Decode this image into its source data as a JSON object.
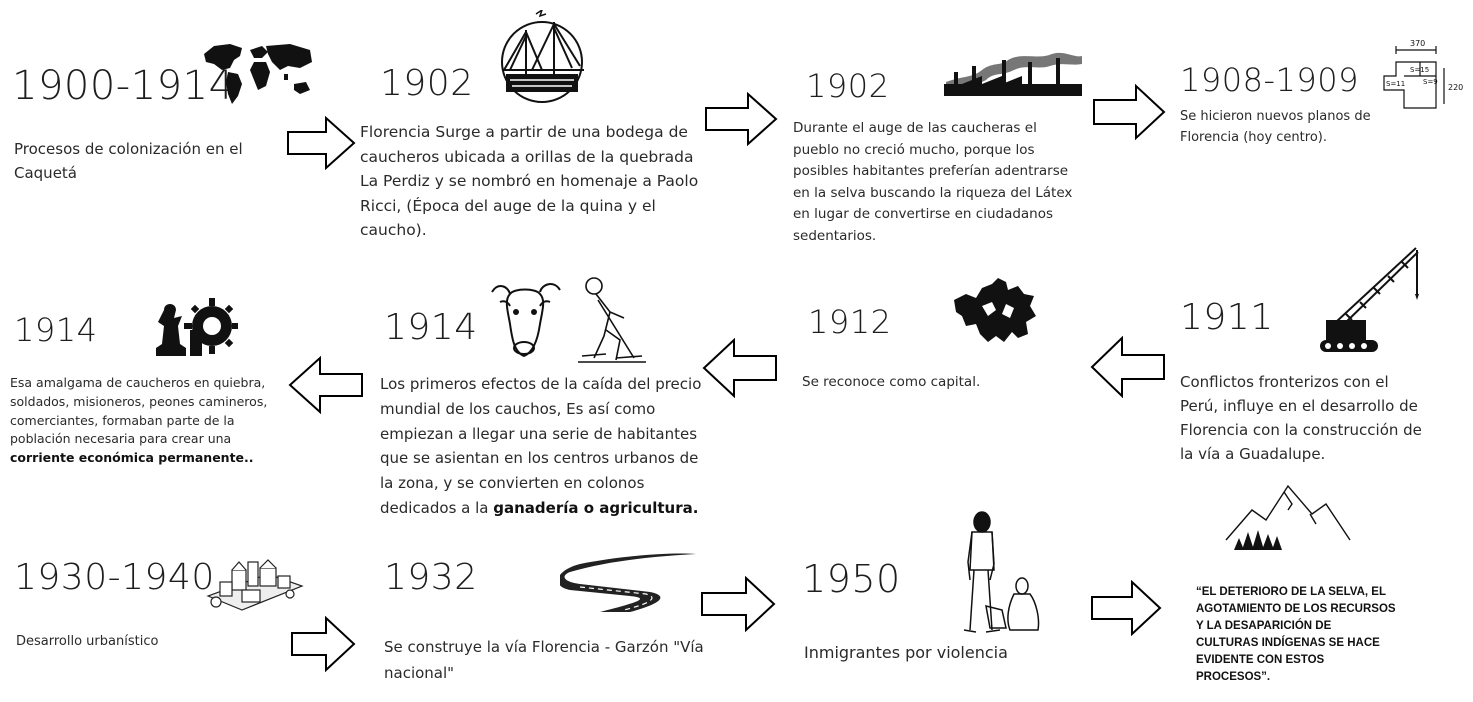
{
  "events": [
    {
      "id": "e1",
      "year": "1900-1914",
      "text": "Procesos de colonización en el Caquetá"
    },
    {
      "id": "e2",
      "year": "1902",
      "text": "Florencia Surge a partir de una bodega de caucheros ubicada a orillas de la quebrada La Perdiz y se nombró en homenaje a Paolo Ricci, (Época del auge de la quina y el caucho)."
    },
    {
      "id": "e3",
      "year": "1902",
      "text": "Durante el auge de las caucheras el pueblo no creció mucho, porque los posibles habitantes preferían adentrarse en la selva buscando la riqueza del Látex en lugar de convertirse en ciudadanos sedentarios."
    },
    {
      "id": "e4",
      "year": "1908-1909",
      "text": "Se hicieron nuevos planos de Florencia (hoy centro)."
    },
    {
      "id": "e5",
      "year": "1911",
      "text": "Conflictos fronterizos con el Perú, influye en el desarrollo de Florencia con la construcción de la vía a Guadalupe."
    },
    {
      "id": "e6",
      "year": "1912",
      "text": "Se reconoce como capital."
    },
    {
      "id": "e7",
      "year": "1914",
      "text": "Los primeros efectos de la caída del precio mundial de los cauchos, Es así como empiezan a llegar una serie de habitantes que se asientan en los centros urbanos de la zona, y se convierten en colonos dedicados a la",
      "bold": "ganadería o agricultura."
    },
    {
      "id": "e8",
      "year": "1914",
      "text": "Esa amalgama de caucheros en quiebra, soldados, misioneros, peones camineros, comerciantes, formaban parte de la población necesaria para crear una",
      "bold": "corriente económica permanente.."
    },
    {
      "id": "e9",
      "year": "1930-1940",
      "text": "Desarrollo urbanístico"
    },
    {
      "id": "e10",
      "year": "1932",
      "text": "Se construye la vía Florencia - Garzón \"Vía nacional\""
    },
    {
      "id": "e11",
      "year": "1950",
      "text": "Inmigrantes por violencia"
    }
  ],
  "quote": "“EL DETERIORO DE LA SELVA, EL AGOTAMIENTO DE LOS RECURSOS Y LA DESAPARICIÓN DE CULTURAS INDÍGENAS SE HACE EVIDENTE CON ESTOS PROCESOS”.",
  "plan_labels": {
    "width": "370",
    "height": "220",
    "s15": "S=15",
    "s9": "S=9",
    "s11": "S=11"
  },
  "icons": [
    "world-map-icon",
    "bridge-icon",
    "factory-icon",
    "floor-plan-icon",
    "crane-icon",
    "map-region-icon",
    "cow-icon",
    "farmer-icon",
    "chess-gear-icon",
    "town-icon",
    "road-icon",
    "migrants-icon",
    "mountains-icon",
    "arrow-right-icon",
    "arrow-left-icon"
  ],
  "colors": {
    "text": "#2a2a2a",
    "year": "#1e1e1e",
    "icon": "#111111",
    "arrow_stroke": "#000000",
    "arrow_fill": "#ffffff"
  }
}
